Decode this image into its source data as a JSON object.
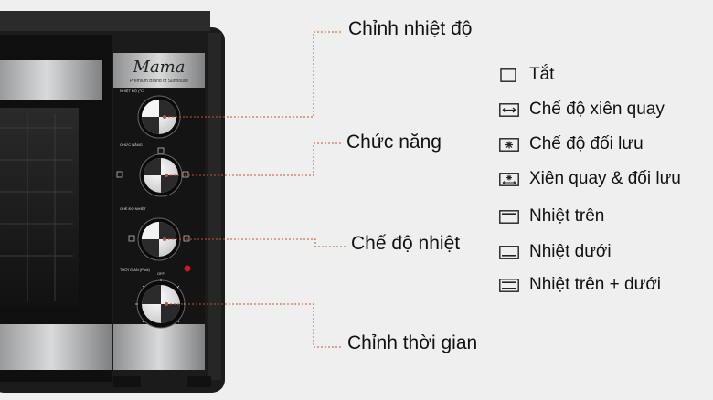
{
  "brand": {
    "name": "Mama",
    "tagline": "Premium Brand of Sunhouse"
  },
  "panel": {
    "knob1_label": "NHIỆT ĐỘ (°C)",
    "knob2_label": "CHỨC NĂNG",
    "knob3_label": "CHẾ ĐỘ NHIỆT",
    "knob4_label": "THỜI GIAN (Phút)",
    "knob4_off": "OFF"
  },
  "callouts": {
    "temperature": "Chỉnh nhiệt độ",
    "function": "Chức năng",
    "heat_mode": "Chế độ nhiệt",
    "timer": "Chỉnh thời gian"
  },
  "legend": [
    {
      "icon": "off-icon",
      "label": "Tắt"
    },
    {
      "icon": "rotisserie-icon",
      "label": "Chế độ xiên quay"
    },
    {
      "icon": "convection-icon",
      "label": "Chế độ đối lưu"
    },
    {
      "icon": "rotisserie-convection-icon",
      "label": "Xiên quay & đối lưu"
    },
    {
      "icon": "top-heat-icon",
      "label": "Nhiệt trên"
    },
    {
      "icon": "bottom-heat-icon",
      "label": "Nhiệt dưới"
    },
    {
      "icon": "top-bottom-heat-icon",
      "label": "Nhiệt trên + dưới"
    }
  ],
  "colors": {
    "background": "#efefef",
    "oven_body": "#1c1c1c",
    "leader_line": "#c0562a"
  }
}
